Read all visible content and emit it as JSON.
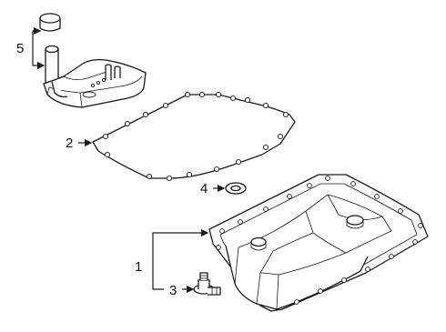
{
  "diagram": {
    "callouts": [
      {
        "id": "callout-5",
        "label": "5"
      },
      {
        "id": "callout-2",
        "label": "2"
      },
      {
        "id": "callout-4",
        "label": "4"
      },
      {
        "id": "callout-1",
        "label": "1"
      },
      {
        "id": "callout-3",
        "label": "3"
      }
    ],
    "parts": [
      {
        "id": "seal-ring",
        "icon": "seal-icon"
      },
      {
        "id": "filter-tube",
        "icon": "tube-icon"
      },
      {
        "id": "filter",
        "icon": "filter-icon"
      },
      {
        "id": "pan-gasket",
        "icon": "gasket-icon"
      },
      {
        "id": "drain-washer",
        "icon": "washer-icon"
      },
      {
        "id": "oil-pan",
        "icon": "pan-icon"
      },
      {
        "id": "drain-plug",
        "icon": "bolt-icon"
      }
    ]
  }
}
